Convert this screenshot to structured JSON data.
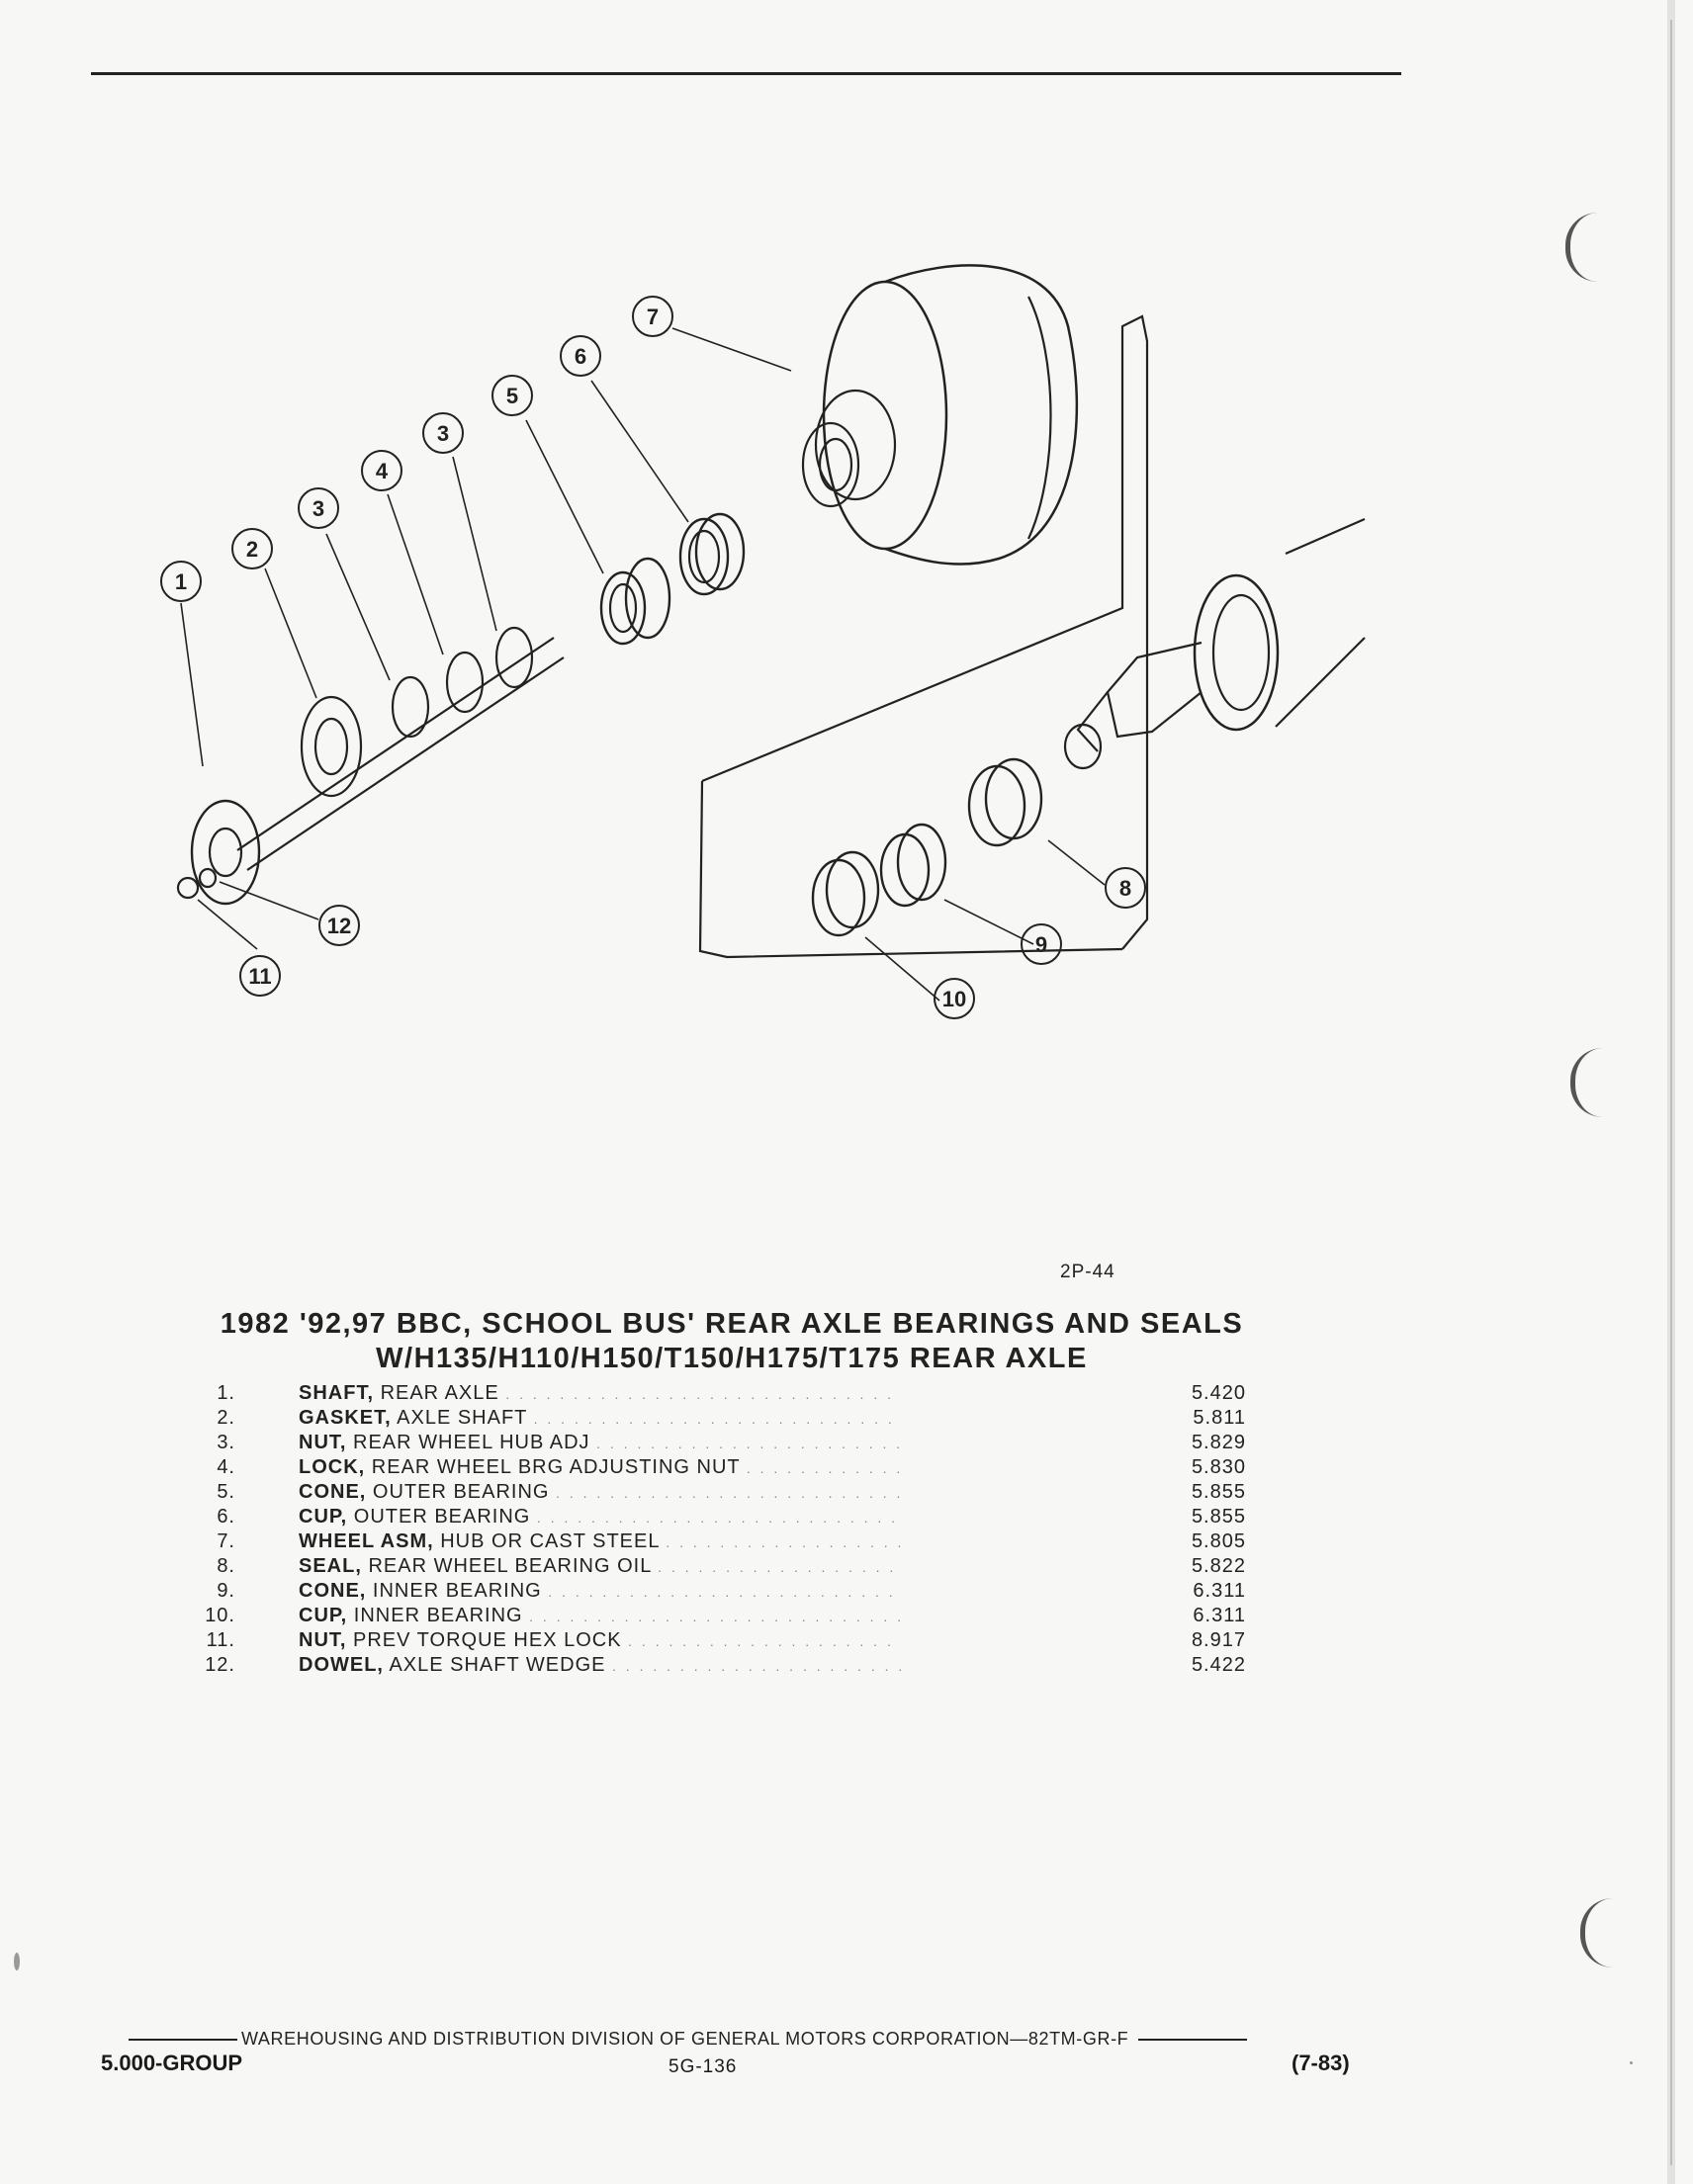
{
  "figure": {
    "code": "2P-44",
    "callouts": [
      "1",
      "2",
      "3",
      "4",
      "3",
      "5",
      "6",
      "7",
      "8",
      "9",
      "10",
      "11",
      "12"
    ]
  },
  "title": {
    "line1": "1982 '92,97 BBC, SCHOOL BUS' REAR AXLE BEARINGS AND SEALS",
    "line2": "W/H135/H110/H150/T150/H175/T175 REAR AXLE"
  },
  "parts": [
    {
      "num": "1.",
      "name": "SHAFT,",
      "desc": "REAR AXLE",
      "group": "5.420"
    },
    {
      "num": "2.",
      "name": "GASKET,",
      "desc": "AXLE SHAFT",
      "group": "5.811"
    },
    {
      "num": "3.",
      "name": "NUT,",
      "desc": "REAR WHEEL HUB ADJ",
      "group": "5.829"
    },
    {
      "num": "4.",
      "name": "LOCK,",
      "desc": "REAR WHEEL BRG ADJUSTING NUT",
      "group": "5.830"
    },
    {
      "num": "5.",
      "name": "CONE,",
      "desc": "OUTER BEARING",
      "group": "5.855"
    },
    {
      "num": "6.",
      "name": "CUP,",
      "desc": "OUTER BEARING",
      "group": "5.855"
    },
    {
      "num": "7.",
      "name": "WHEEL ASM,",
      "desc": "HUB OR CAST STEEL",
      "group": "5.805"
    },
    {
      "num": "8.",
      "name": "SEAL,",
      "desc": "REAR WHEEL BEARING OIL",
      "group": "5.822"
    },
    {
      "num": "9.",
      "name": "CONE,",
      "desc": "INNER BEARING",
      "group": "6.311"
    },
    {
      "num": "10.",
      "name": "CUP,",
      "desc": "INNER BEARING",
      "group": "6.311"
    },
    {
      "num": "11.",
      "name": "NUT,",
      "desc": "PREV TORQUE HEX LOCK",
      "group": "8.917"
    },
    {
      "num": "12.",
      "name": "DOWEL,",
      "desc": "AXLE SHAFT WEDGE",
      "group": "5.422"
    }
  ],
  "footer": {
    "publisher": "WAREHOUSING AND DISTRIBUTION  DIVISION OF GENERAL MOTORS CORPORATION—82TM-GR-F",
    "group": "5.000-GROUP",
    "page": "5G-136",
    "date": "(7-83)"
  }
}
